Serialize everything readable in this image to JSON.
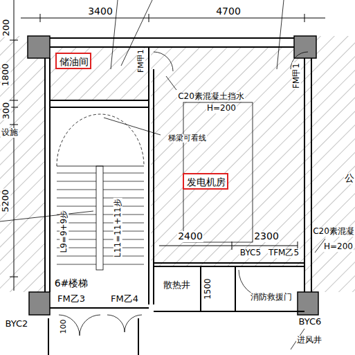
{
  "diagram": {
    "nodes": [
      {
        "text": [
          "储油间"
        ]
      },
      {
        "text": [
          "发电机房"
        ]
      }
    ],
    "labels": [
      "3400",
      "4700",
      "200",
      "1800",
      "300",
      "5200",
      "FM甲1",
      "FM甲1",
      "C20素混凝土挡水",
      "H=200",
      "梯梁可看线",
      "2400",
      "2300",
      "BYC5",
      "TFM乙5",
      "C20素混凝",
      "H=200",
      "散热井",
      "1500",
      "消防救援门",
      "6#楼梯",
      "FM乙3",
      "FM乙4",
      "L9=9+9步",
      "L11=11+11步",
      "BYC2",
      "BYC6",
      "进风井",
      "100",
      "设施",
      "公"
    ]
  }
}
